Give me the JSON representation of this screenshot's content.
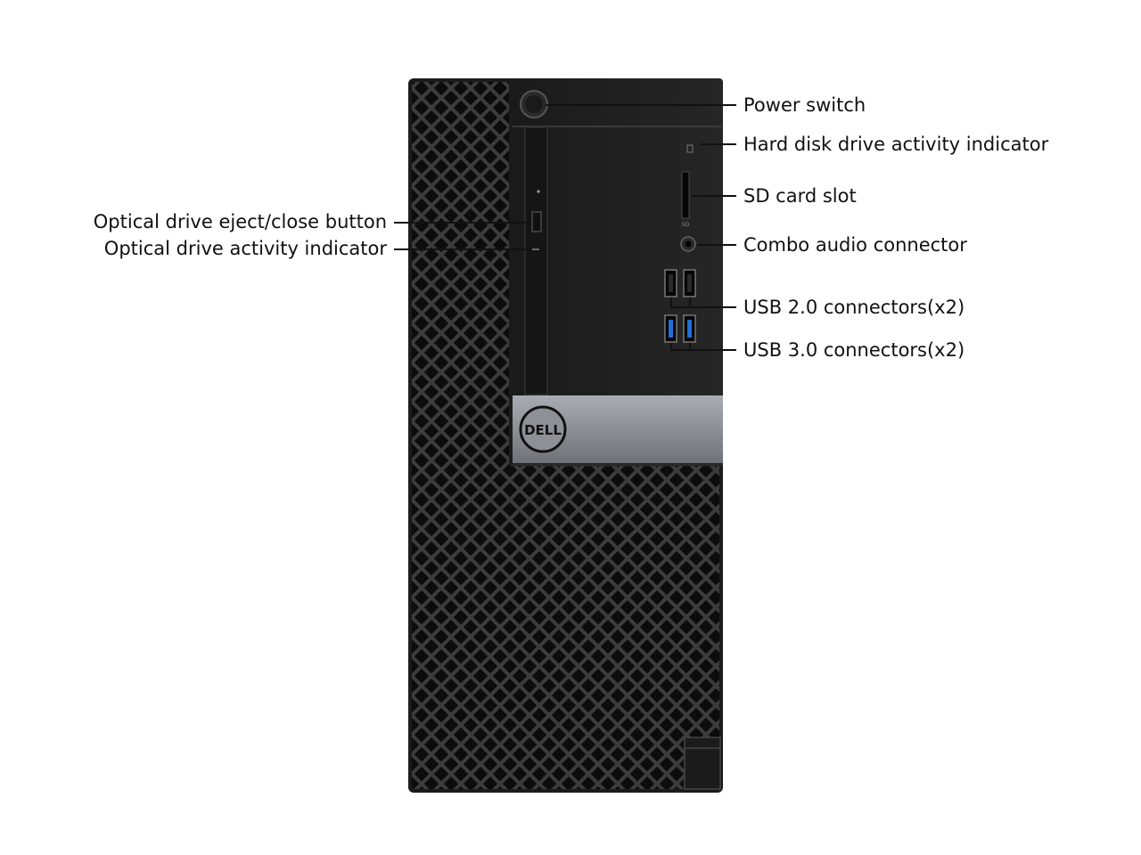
{
  "callouts": {
    "power_switch": "Power switch",
    "hdd_indicator": "Hard disk drive activity indicator",
    "sd_card_slot": "SD card slot",
    "combo_audio": "Combo audio connector",
    "usb2": "USB 2.0 connectors(x2)",
    "usb3": "USB 3.0 connectors(x2)",
    "optical_eject": "Optical drive eject/close button",
    "optical_activity": "Optical drive activity indicator"
  },
  "brand": {
    "logo_text": "DELL",
    "sd_mark": "SD"
  },
  "colors": {
    "chassis": "#1b1b1b",
    "mesh_bg": "#0c0c0c",
    "mesh_line": "#3a3a3a",
    "silver_band": "#8d9096",
    "usb3_blue": "#1f6fd6",
    "text": "#111111"
  }
}
